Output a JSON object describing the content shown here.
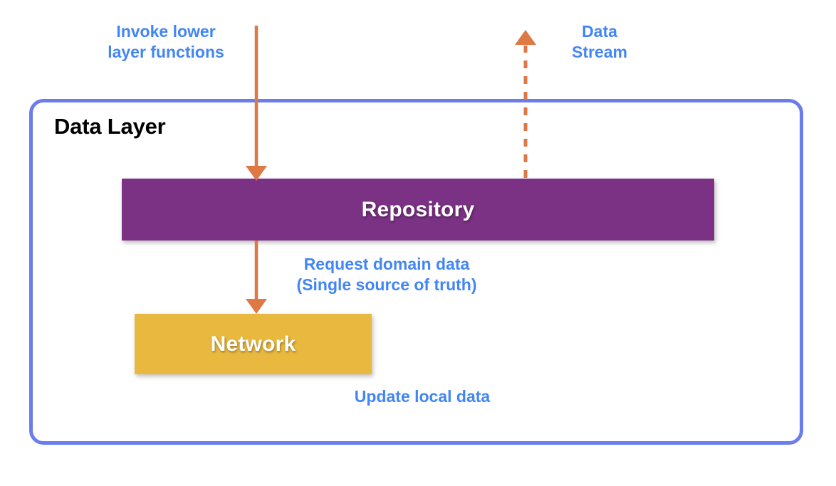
{
  "diagram": {
    "title": "Data Layer architecture diagram",
    "colors": {
      "container_border": "#6B7CEE",
      "repository_fill": "#7B3184",
      "network_fill": "#E9B93F",
      "arrow": "#DE7844",
      "annotation_text": "#4285F4",
      "title_text": "#000000",
      "box_label_text": "#FFFFFF",
      "background": "#FFFFFF"
    }
  },
  "container": {
    "title": "Data Layer"
  },
  "boxes": {
    "repository": {
      "label": "Repository"
    },
    "network": {
      "label": "Network"
    }
  },
  "annotations": {
    "invoke": "Invoke lower\nlayer functions",
    "data_stream": "Data\nStream",
    "request": "Request domain data\n(Single source of truth)",
    "update": "Update local data"
  },
  "arrows": [
    {
      "name": "invoke-arrow",
      "style": "solid",
      "direction": "down",
      "from": "top-edge",
      "to": "repository",
      "label": "Invoke lower layer functions"
    },
    {
      "name": "data-stream-arrow",
      "style": "dashed",
      "direction": "up",
      "from": "repository",
      "to": "top-edge",
      "label": "Data Stream"
    },
    {
      "name": "request-arrow",
      "style": "solid",
      "direction": "down",
      "from": "repository",
      "to": "network",
      "label": "Request domain data (Single source of truth)"
    }
  ]
}
